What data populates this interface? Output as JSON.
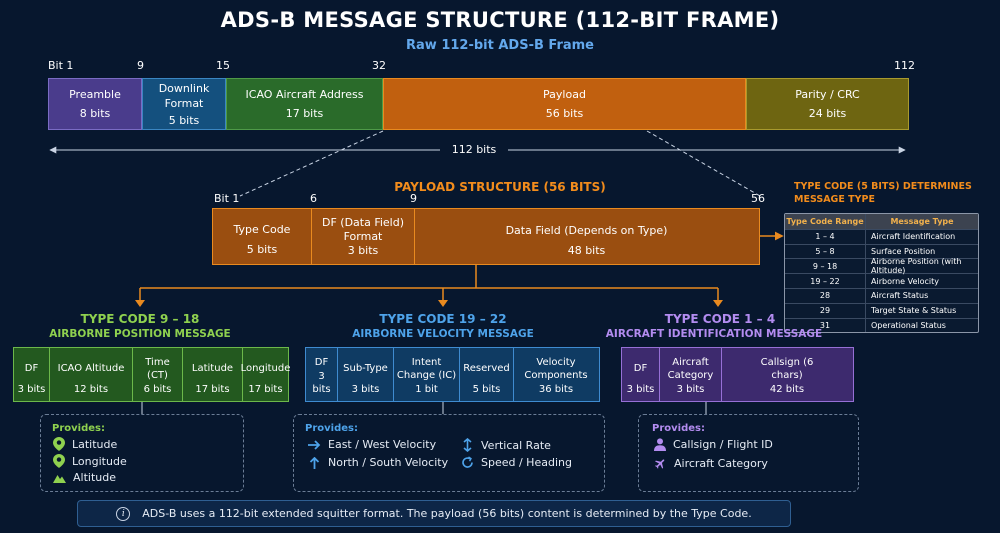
{
  "title": "ADS-B MESSAGE STRUCTURE (112-BIT FRAME)",
  "subtitle": "Raw 112-bit ADS-B Frame",
  "frame": {
    "bit_labels": [
      "Bit 1",
      "9",
      "15",
      "32",
      "112"
    ],
    "segments": [
      {
        "name": "Preamble",
        "bits": "8 bits",
        "color": "#4a3c8c"
      },
      {
        "name": "Downlink Format",
        "bits": "5 bits",
        "color": "#14507e"
      },
      {
        "name": "ICAO Aircraft Address",
        "bits": "17 bits",
        "color": "#2a6b2a"
      },
      {
        "name": "Payload",
        "bits": "56 bits",
        "color": "#c1600f"
      },
      {
        "name": "Parity / CRC",
        "bits": "24 bits",
        "color": "#6e6511"
      }
    ],
    "total": "112 bits"
  },
  "payload": {
    "title": "PAYLOAD STRUCTURE (56 BITS)",
    "bit_labels": [
      "Bit 1",
      "6",
      "9",
      "56"
    ],
    "segments": [
      {
        "name": "Type Code",
        "bits": "5 bits"
      },
      {
        "name": "DF (Data Field) Format",
        "bits": "3 bits"
      },
      {
        "name": "Data Field (Depends on Type)",
        "bits": "48 bits"
      }
    ]
  },
  "typecode_table": {
    "title": "TYPE CODE (5 BITS) DETERMINES MESSAGE TYPE",
    "headers": [
      "Type Code Range",
      "Message Type"
    ],
    "rows": [
      [
        "1 – 4",
        "Aircraft Identification"
      ],
      [
        "5 – 8",
        "Surface Position"
      ],
      [
        "9 – 18",
        "Airborne Position (with Altitude)"
      ],
      [
        "19 – 22",
        "Airborne Velocity"
      ],
      [
        "28",
        "Aircraft Status"
      ],
      [
        "29",
        "Target State & Status"
      ],
      [
        "31",
        "Operational Status"
      ]
    ]
  },
  "messages": [
    {
      "heading": "TYPE CODE 9 – 18",
      "sub": "AIRBORNE POSITION MESSAGE",
      "color": "#8fd14f",
      "fields": [
        {
          "name": "DF",
          "bits": "3 bits"
        },
        {
          "name": "ICAO Altitude",
          "bits": "12 bits"
        },
        {
          "name": "Time (CT)",
          "bits": "6 bits"
        },
        {
          "name": "Latitude",
          "bits": "17 bits"
        },
        {
          "name": "Longitude",
          "bits": "17 bits"
        }
      ],
      "provides_label": "Provides:",
      "provides": [
        {
          "icon": "pin-icon",
          "text": "Latitude"
        },
        {
          "icon": "pin-icon",
          "text": "Longitude"
        },
        {
          "icon": "mountain-icon",
          "text": "Altitude"
        }
      ]
    },
    {
      "heading": "TYPE CODE 19 – 22",
      "sub": "AIRBORNE VELOCITY MESSAGE",
      "color": "#4ea3ea",
      "fields": [
        {
          "name": "DF",
          "bits": "3 bits"
        },
        {
          "name": "Sub-Type",
          "bits": "3 bits"
        },
        {
          "name": "Intent Change (IC)",
          "bits": "1 bit"
        },
        {
          "name": "Reserved",
          "bits": "5 bits"
        },
        {
          "name": "Velocity Components",
          "bits": "36 bits"
        }
      ],
      "provides_label": "Provides:",
      "provides": [
        {
          "icon": "arrow-right-icon",
          "text": "East / West Velocity"
        },
        {
          "icon": "arrow-up-icon",
          "text": "North / South Velocity"
        },
        {
          "icon": "updown-icon",
          "text": "Vertical Rate"
        },
        {
          "icon": "refresh-icon",
          "text": "Speed / Heading"
        }
      ]
    },
    {
      "heading": "TYPE CODE 1 – 4",
      "sub": "AIRCRAFT IDENTIFICATION MESSAGE",
      "color": "#b38cf0",
      "fields": [
        {
          "name": "DF",
          "bits": "3 bits"
        },
        {
          "name": "Aircraft Category",
          "bits": "3 bits"
        },
        {
          "name": "Callsign (6 chars)",
          "bits": "42 bits"
        }
      ],
      "provides_label": "Provides:",
      "provides": [
        {
          "icon": "user-icon",
          "text": "Callsign / Flight ID"
        },
        {
          "icon": "plane-icon",
          "text": "Aircraft Category"
        }
      ]
    }
  ],
  "footer": "ADS-B uses a 112-bit extended squitter format. The payload (56 bits) content is determined by the Type Code."
}
